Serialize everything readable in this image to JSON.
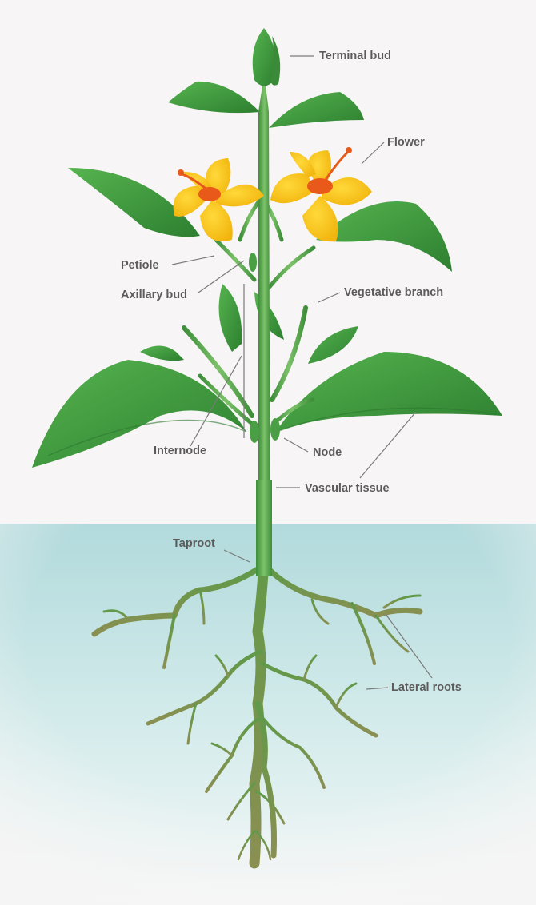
{
  "labels": {
    "terminal_bud": "Terminal bud",
    "flower": "Flower",
    "petiole": "Petiole",
    "axillary_bud": "Axillary bud",
    "vegetative_branch": "Vegetative branch",
    "internode": "Internode",
    "node": "Node",
    "vascular_tissue": "Vascular tissue",
    "taproot": "Taproot",
    "lateral_roots": "Lateral roots"
  },
  "colors": {
    "background": "#f7f5f5",
    "soil": "#b5dcdd",
    "leaf": "#3f9b3d",
    "leaf_dark": "#2b7a2e",
    "stem": "#5cab4c",
    "petal": "#f7c51d",
    "flower_center": "#e8591a",
    "root": "#6e8a4a",
    "label_text": "#5b5b5b",
    "leader_line": "#7a7a7a"
  }
}
